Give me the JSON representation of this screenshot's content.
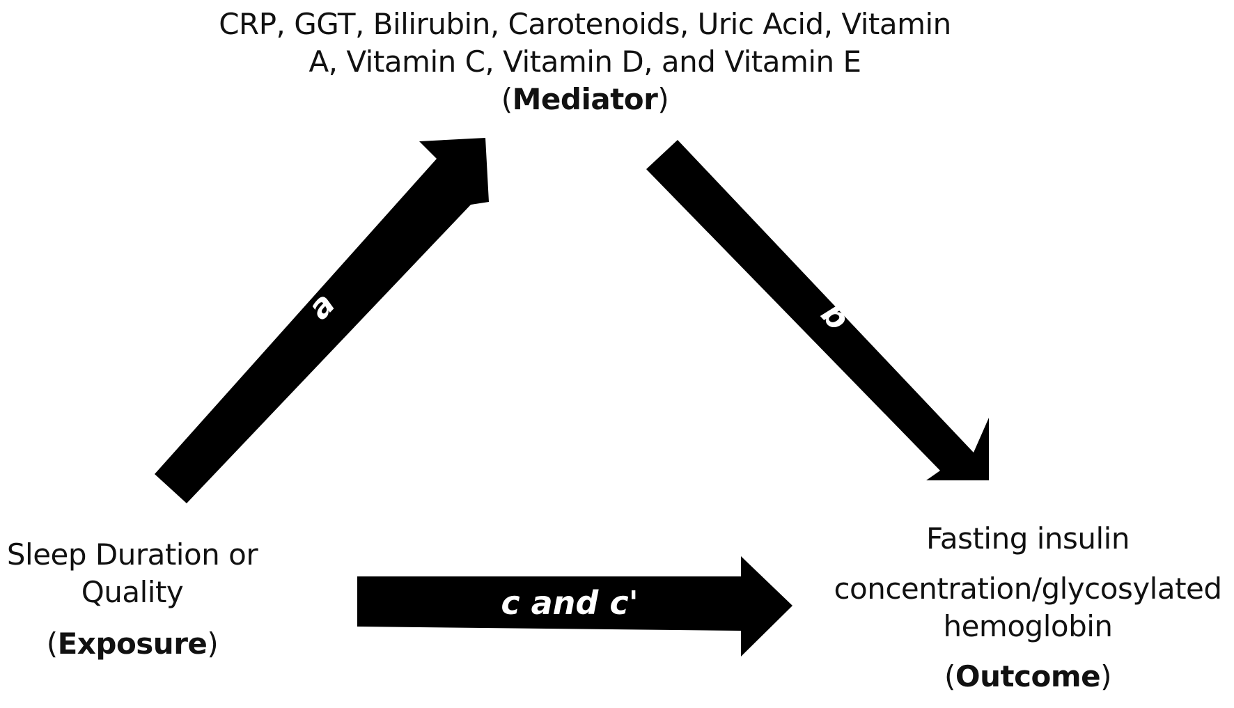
{
  "mediator": {
    "text_line1": "CRP, GGT, Bilirubin, Carotenoids, Uric Acid, Vitamin",
    "text_line2": "A, Vitamin C, Vitamin D, and Vitamin E",
    "role": "Mediator"
  },
  "exposure": {
    "text_line1": "Sleep Duration or",
    "text_line2": "Quality",
    "role": "Exposure"
  },
  "outcome": {
    "text_line1": "Fasting insulin",
    "text_line2": "concentration/glycosylated",
    "text_line3": "hemoglobin",
    "role": "Outcome"
  },
  "paths": {
    "a": "a",
    "b": "b",
    "c": "c and c'"
  },
  "colors": {
    "arrow": "#000000",
    "arrow_label": "#ffffff",
    "background": "#ffffff"
  }
}
